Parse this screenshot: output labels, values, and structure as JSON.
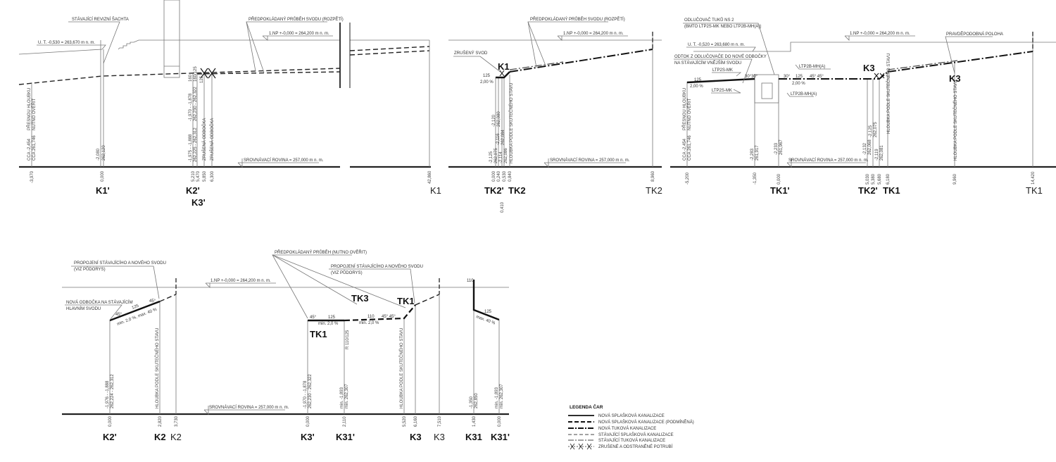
{
  "common": {
    "np_level": "1.NP +-0,000 = 264,200 m n. m.",
    "datum": "SROVNÁVACÍ ROVINA = 257,000 m n. m.",
    "depth_actual": "HLOUBKA PODLE SKUTEČNÉHO STAVU"
  },
  "profile1": {
    "existing_shaft": "STÁVAJÍCÍ REVIZNÍ ŠACHTA",
    "assumed_route": "PŘEDPOKLÁDANÝ PRŮBĚH SVODU (ROZPĚTÍ)",
    "terrain": "U. T. -0,530 = 263,670 m n. m.",
    "depth_note1": "PŘESNOU HLOUBKU",
    "depth_note2": "NUTNO OVĚŘIT",
    "elev1": "CCA -2,454",
    "elev2": "CCA 261,746",
    "k1_elev": "-2,080",
    "k1_abs": "262,120",
    "k2_elev1": "-1,975 - -1,888",
    "k2_elev2": "262,225 - 262,312",
    "k2_elev3": "-1,970 - -1,878",
    "k2_elev4": "262,230 - 262,322",
    "dn1": "160",
    "dn2": "160/125",
    "dn3": "125",
    "cancelled1": "ZRUŠENÁ ODBOČKA",
    "cancelled2": "ZRUŠENÁ ODBOČKA",
    "stations": [
      "-3,970",
      "0,000",
      "5,210",
      "5,470",
      "5,850",
      "6,300",
      "42,860"
    ],
    "names": [
      "K1'",
      "K2'",
      "K3'",
      "K1"
    ]
  },
  "profile2": {
    "assumed_route": "PŘEDPOKLÁDANÝ PRŮBĚH SVODU (ROZPĚTÍ)",
    "cancelled": "ZRUŠENÝ SVOD",
    "k1": "K1",
    "dn": "125",
    "slope": "2,00 %",
    "elevs": [
      "-2,125",
      "262,075",
      "-2,116",
      "262,084",
      "-2,114",
      "262,086",
      "-2,120",
      "262,080"
    ],
    "stations": [
      "0,000",
      "0,240",
      "0,410",
      "0,530",
      "0,840",
      "8,960"
    ],
    "names": [
      "TK2'",
      "TK2",
      "TK2"
    ]
  },
  "profile3": {
    "separator1": "ODLUČOVAČ TUKŮ NS 2",
    "separator2": "(BMTO LTP2S-MK NEBO LTP2B-MH(A))",
    "terrain": "U. T. -0,520 = 263,680 m n. m.",
    "outflow1": "ODTOK Z ODLUČOVAČE DO NOVÉ ODBOČKY",
    "outflow2": "NA STÁVAJÍCÍM VNĚJŠÍM SVODU",
    "ltp2s_a": "LTP2S-MK",
    "ltp2s_b": "LTP2S-MK",
    "ltp2b_a": "LTP2B-MH(A)",
    "ltp2b_b": "LTP2B-MH(A)",
    "probable": "PRAVDĚPODOBNÁ POLOHA",
    "dn1": "125",
    "slope1": "2,00 %",
    "angles1": "30°30°",
    "angles2": "30°",
    "dn2": "125",
    "angles3": "45° 45°",
    "slope2": "2,00 %",
    "k3a": "K3",
    "k3b": "K3",
    "depth_note1": "PŘESNOU HLOUBKU",
    "depth_note2": "NUTNO OVĚŘIT",
    "elev1": "CCA -2,454",
    "elev2": "CCA 261,746",
    "elevs": [
      "-2,283",
      "261,917",
      "-2,233",
      "261,967",
      "-2,132",
      "262,068",
      "-2,125",
      "262,075",
      "-2,119",
      "262,081"
    ],
    "stations": [
      "-5,200",
      "-1,350",
      "0,000",
      "5,030",
      "5,380",
      "5,680",
      "6,180",
      "9,960",
      "14,420"
    ],
    "names": [
      "TK1'",
      "TK2'",
      "TK1",
      "TK1"
    ]
  },
  "profile4": {
    "connection1": "PROPOJENÍ STÁVAJÍCÍHO A NOVÉHO SVODU",
    "connection2": "(VIZ PŮDORYS)",
    "new_branch1": "NOVÁ ODBOČKA NA STÁVAJÍCÍM",
    "new_branch2": "HLAVNÍM SVODU",
    "angle1": "45°",
    "angle2": "45°",
    "dn": "125",
    "slope": "min. 2,0 %, max. 40 %",
    "elev1": "-1,976 - -1,888",
    "elev2": "262,224 - 262,312",
    "stations": [
      "0,000",
      "2,820",
      "3,730"
    ],
    "names": [
      "K2'",
      "K2",
      "K2"
    ]
  },
  "profile5": {
    "assumed": "PŘEDPOKLÁDANÝ PRŮBĚH (NUTNO OVĚŘIT)",
    "connection1": "PROPOJENÍ STÁVAJÍCÍHO A NOVÉHO SVODU",
    "connection2": "(VIZ PŮDORYS)",
    "tk3": "TK3",
    "tk1a": "TK1",
    "tk1b": "TK1",
    "angle1": "45°",
    "dn1": "125",
    "slope1": "min. 2,0 %",
    "dn2": "110",
    "angles2": "45° 45°",
    "slope2": "min. 2,0 %",
    "reducer": "R 110/125",
    "elev1": "-1,970 - -1,878",
    "elev2": "262,230 - 262,322",
    "elev3": "min. -1,893",
    "elev4": "min. 262,307",
    "stations": [
      "0,000",
      "2,110",
      "5,520",
      "6,160",
      "7,510"
    ],
    "names": [
      "K3'",
      "K31'",
      "K3",
      "K3"
    ]
  },
  "profile6": {
    "dn_vert": "110",
    "dn": "125",
    "slope": "max. 40 %",
    "elev1": "-1,350",
    "elev2": "262,850",
    "elev3": "min. -1,893",
    "elev4": "min. 262,307",
    "stations": [
      "1,430",
      "0,000"
    ],
    "names": [
      "K31",
      "K31'"
    ]
  },
  "legend": {
    "title": "LEGENDA ČAR",
    "items": [
      "NOVÁ SPLAŠKOVÁ KANALIZACE",
      "NOVÁ SPLAŠKOVÁ KANALIZACE (PODMÍNĚNÁ)",
      "NOVÁ TUKOVÁ KANALIZACE",
      "STÁVAJÍCÍ SPLAŠKOVÁ KANALIZACE",
      "STÁVAJÍCÍ TUKOVÁ KANALIZACE",
      "ZRUŠENÉ A ODSTRANĚNÉ POTRUBÍ"
    ]
  }
}
